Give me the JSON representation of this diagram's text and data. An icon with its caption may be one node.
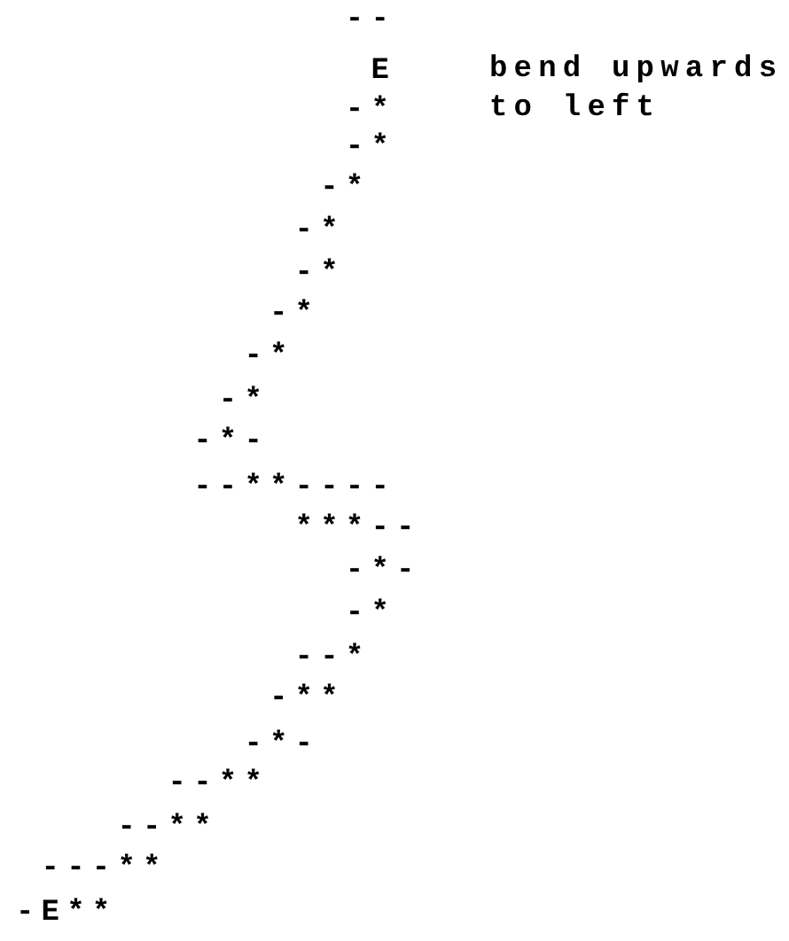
{
  "diagram": {
    "labels": [
      "--",
      "E",
      "bend upwards to left",
      "-*",
      "-*",
      "-*",
      "-*",
      "-*",
      "-*",
      "-*",
      "-*",
      "-*-",
      "--**----",
      "***--",
      "-*-",
      "-*",
      "--*",
      "-**",
      "-*-",
      "--**",
      "--**",
      "---**",
      "-E**"
    ]
  }
}
